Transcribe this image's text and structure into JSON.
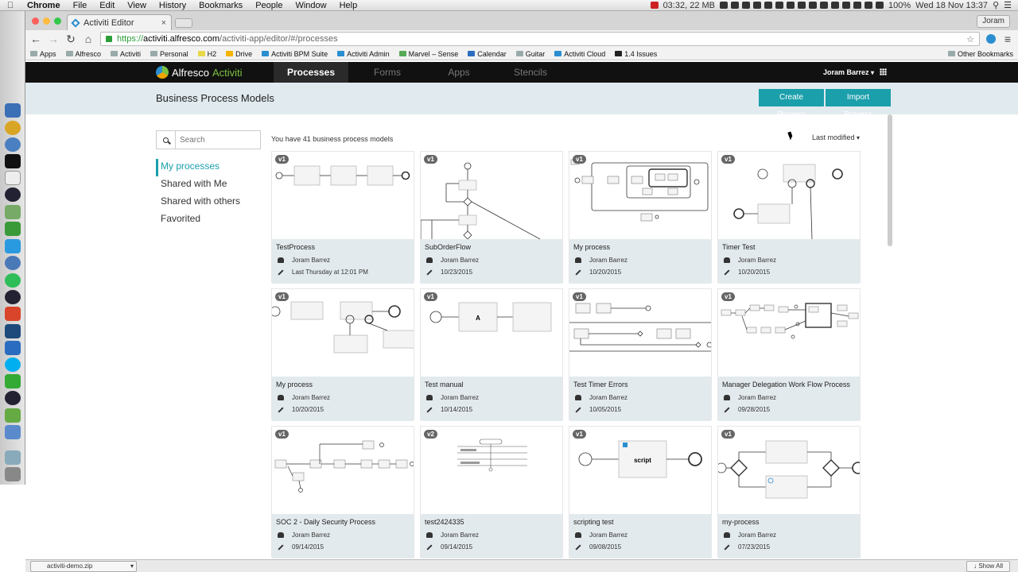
{
  "mac_menubar": {
    "app_name": "Chrome",
    "items": [
      "File",
      "Edit",
      "View",
      "History",
      "Bookmarks",
      "People",
      "Window",
      "Help"
    ],
    "memory": "03:32, 22 MB",
    "battery": "100%",
    "clock": "Wed 18 Nov  13:37"
  },
  "browser": {
    "tab_title": "Activiti Editor",
    "profile": "Joram",
    "url_scheme": "https://",
    "url_host": "activiti.alfresco.com",
    "url_path": "/activiti-app/editor/#/processes",
    "bookmarks": [
      "Apps",
      "Alfresco",
      "Activiti",
      "Personal",
      "H2",
      "Drive",
      "Activiti BPM Suite",
      "Activiti Admin",
      "Marvel – Sense",
      "Calendar",
      "Guitar",
      "Activiti Cloud",
      "1.4 Issues"
    ],
    "other_bookmarks": "Other Bookmarks",
    "download_file": "activiti-demo.zip",
    "show_all": "Show All"
  },
  "app": {
    "logo_part1": "Alfresco",
    "logo_part2": "Activiti",
    "nav": [
      "Processes",
      "Forms",
      "Apps",
      "Stencils"
    ],
    "user": "Joram Barrez",
    "page_title": "Business Process Models",
    "create_label": "Create Process",
    "import_label": "Import Process",
    "search_placeholder": "Search",
    "filters": [
      "My processes",
      "Shared with Me",
      "Shared with others",
      "Favorited"
    ],
    "count_text": "You have 41 business process models",
    "sort_label": "Last modified",
    "accent": "#1a9fab"
  },
  "cards": [
    {
      "version": "v1",
      "name": "TestProcess",
      "owner": "Joram Barrez",
      "modified": "Last Thursday at 12:01 PM"
    },
    {
      "version": "v1",
      "name": "SubOrderFlow",
      "owner": "Joram Barrez",
      "modified": "10/23/2015"
    },
    {
      "version": "v1",
      "name": "My process",
      "owner": "Joram Barrez",
      "modified": "10/20/2015"
    },
    {
      "version": "v1",
      "name": "Timer Test",
      "owner": "Joram Barrez",
      "modified": "10/20/2015"
    },
    {
      "version": "v1",
      "name": "My process",
      "owner": "Joram Barrez",
      "modified": "10/20/2015"
    },
    {
      "version": "v1",
      "name": "Test manual",
      "owner": "Joram Barrez",
      "modified": "10/14/2015"
    },
    {
      "version": "v1",
      "name": "Test Timer Errors",
      "owner": "Joram Barrez",
      "modified": "10/05/2015"
    },
    {
      "version": "v1",
      "name": "Manager Delegation Work Flow Process",
      "owner": "Joram Barrez",
      "modified": "09/28/2015"
    },
    {
      "version": "v1",
      "name": "SOC 2 - Daily Security Process",
      "owner": "Joram Barrez",
      "modified": "09/14/2015"
    },
    {
      "version": "v2",
      "name": "test2424335",
      "owner": "Joram Barrez",
      "modified": "09/14/2015"
    },
    {
      "version": "v1",
      "name": "scripting test",
      "owner": "Joram Barrez",
      "modified": "09/08/2015"
    },
    {
      "version": "v1",
      "name": "my-process",
      "owner": "Joram Barrez",
      "modified": "07/23/2015"
    }
  ],
  "thumb_labels": {
    "manual_task": "A",
    "script_task": "script"
  }
}
